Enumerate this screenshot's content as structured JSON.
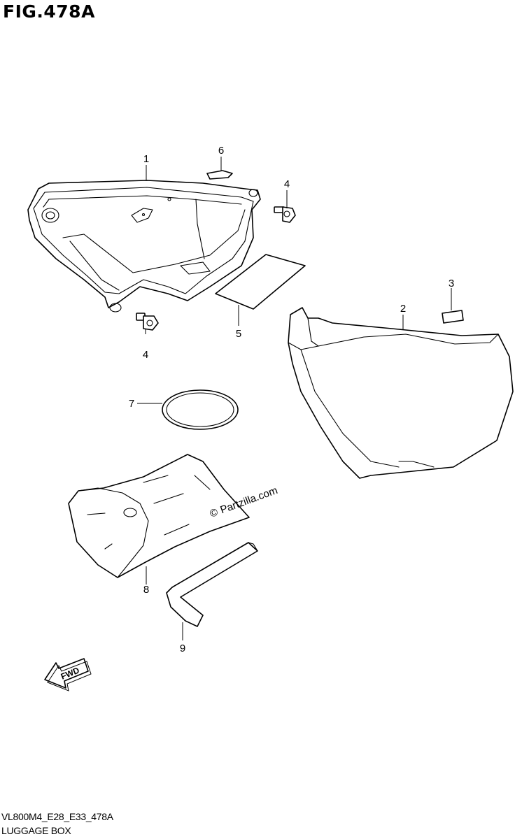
{
  "figure": {
    "title": "FIG.478A",
    "code": "VL800M4_E28_E33_478A",
    "caption": "LUGGAGE BOX"
  },
  "callouts": {
    "p1": "1",
    "p2": "2",
    "p3": "3",
    "p4a": "4",
    "p4b": "4",
    "p5": "5",
    "p6": "6",
    "p7": "7",
    "p8": "8",
    "p9": "9"
  },
  "watermark": {
    "text": "Partzilla.com",
    "symbol": "©"
  },
  "fwd_arrow": {
    "label": "FWD",
    "icon": "fwd-arrow-icon"
  }
}
